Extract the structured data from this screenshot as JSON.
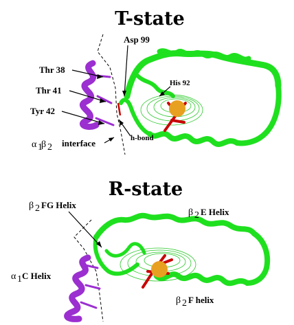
{
  "panels": {
    "top": {
      "title": "T-state",
      "labels": {
        "asp99": "Asp 99",
        "thr38": "Thr 38",
        "thr41": "Thr 41",
        "his92": "His 92",
        "tyr42": "Tyr 42",
        "hbond": "h-bond",
        "interface_sym": "α",
        "interface_sub1": "1",
        "interface_beta": "β",
        "interface_sub2": "2",
        "interface_word": "interface"
      }
    },
    "bottom": {
      "title": "R-state",
      "labels": {
        "fg_beta": "β",
        "fg_sub": "2",
        "fg_text": "FG Helix",
        "e_beta": "β",
        "e_sub": "2",
        "e_text": "E Helix",
        "c_alpha": "α",
        "c_sub": "1",
        "c_text": "C Helix",
        "f_beta": "β",
        "f_sub": "2",
        "f_text": "F helix"
      }
    }
  },
  "colors": {
    "protein_green": "#1fe01f",
    "subunit_purple": "#9b2fd0",
    "heme_red": "#c80000",
    "iron_orange": "#e8a020"
  }
}
